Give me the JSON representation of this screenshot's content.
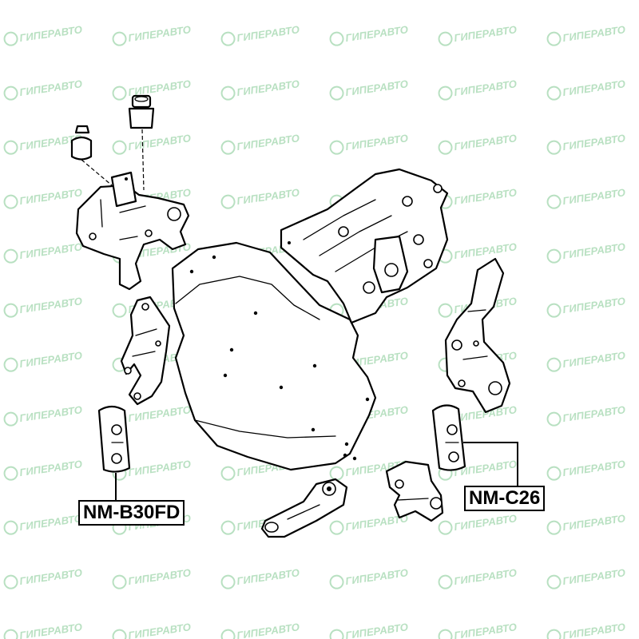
{
  "watermark": {
    "text": "ГИПЕРАВТО",
    "color": "#7fc88f"
  },
  "callouts": {
    "left": "NM-B30FD",
    "right": "NM-C26"
  },
  "colors": {
    "line": "#000000",
    "background": "#ffffff"
  }
}
